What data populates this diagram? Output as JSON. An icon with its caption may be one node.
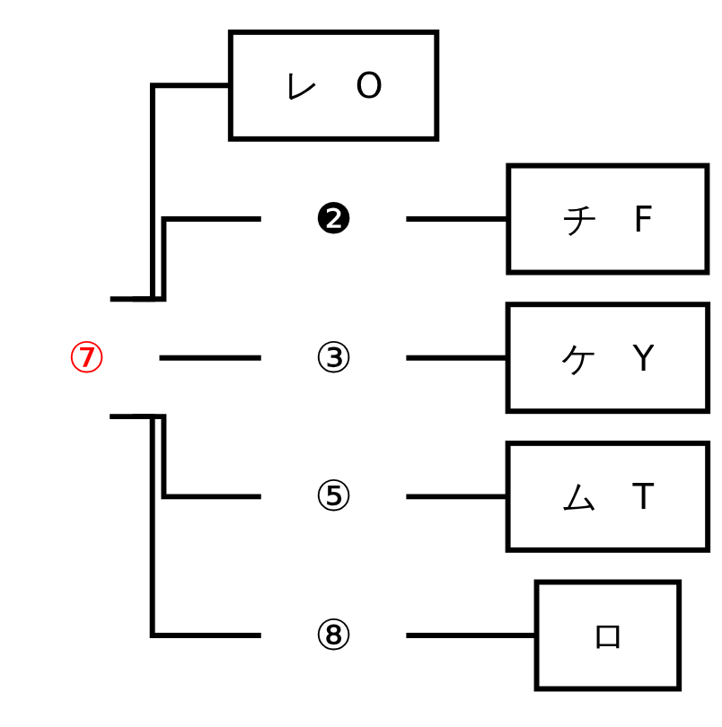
{
  "diagram": {
    "nodes": [
      {
        "text": [
          "⑦"
        ]
      },
      {
        "text": [
          "レ　O"
        ]
      },
      {
        "text": [
          "❷"
        ]
      },
      {
        "text": [
          "チ　F"
        ]
      },
      {
        "text": [
          "③"
        ]
      },
      {
        "text": [
          "ケ　Y"
        ]
      },
      {
        "text": [
          "⑤"
        ]
      },
      {
        "text": [
          "ム　T"
        ]
      },
      {
        "text": [
          "⑧"
        ]
      },
      {
        "text": [
          "ロ"
        ]
      }
    ],
    "edges": [
      {
        "from": 0,
        "to": 1,
        "arrow": "none"
      },
      {
        "from": 0,
        "to": 2,
        "arrow": "none"
      },
      {
        "from": 0,
        "to": 4,
        "arrow": "none"
      },
      {
        "from": 0,
        "to": 6,
        "arrow": "none"
      },
      {
        "from": 0,
        "to": 8,
        "arrow": "none"
      },
      {
        "from": 2,
        "to": 3,
        "arrow": "none"
      },
      {
        "from": 4,
        "to": 5,
        "arrow": "none"
      },
      {
        "from": 6,
        "to": 7,
        "arrow": "none"
      },
      {
        "from": 8,
        "to": 9,
        "arrow": "none"
      }
    ]
  }
}
